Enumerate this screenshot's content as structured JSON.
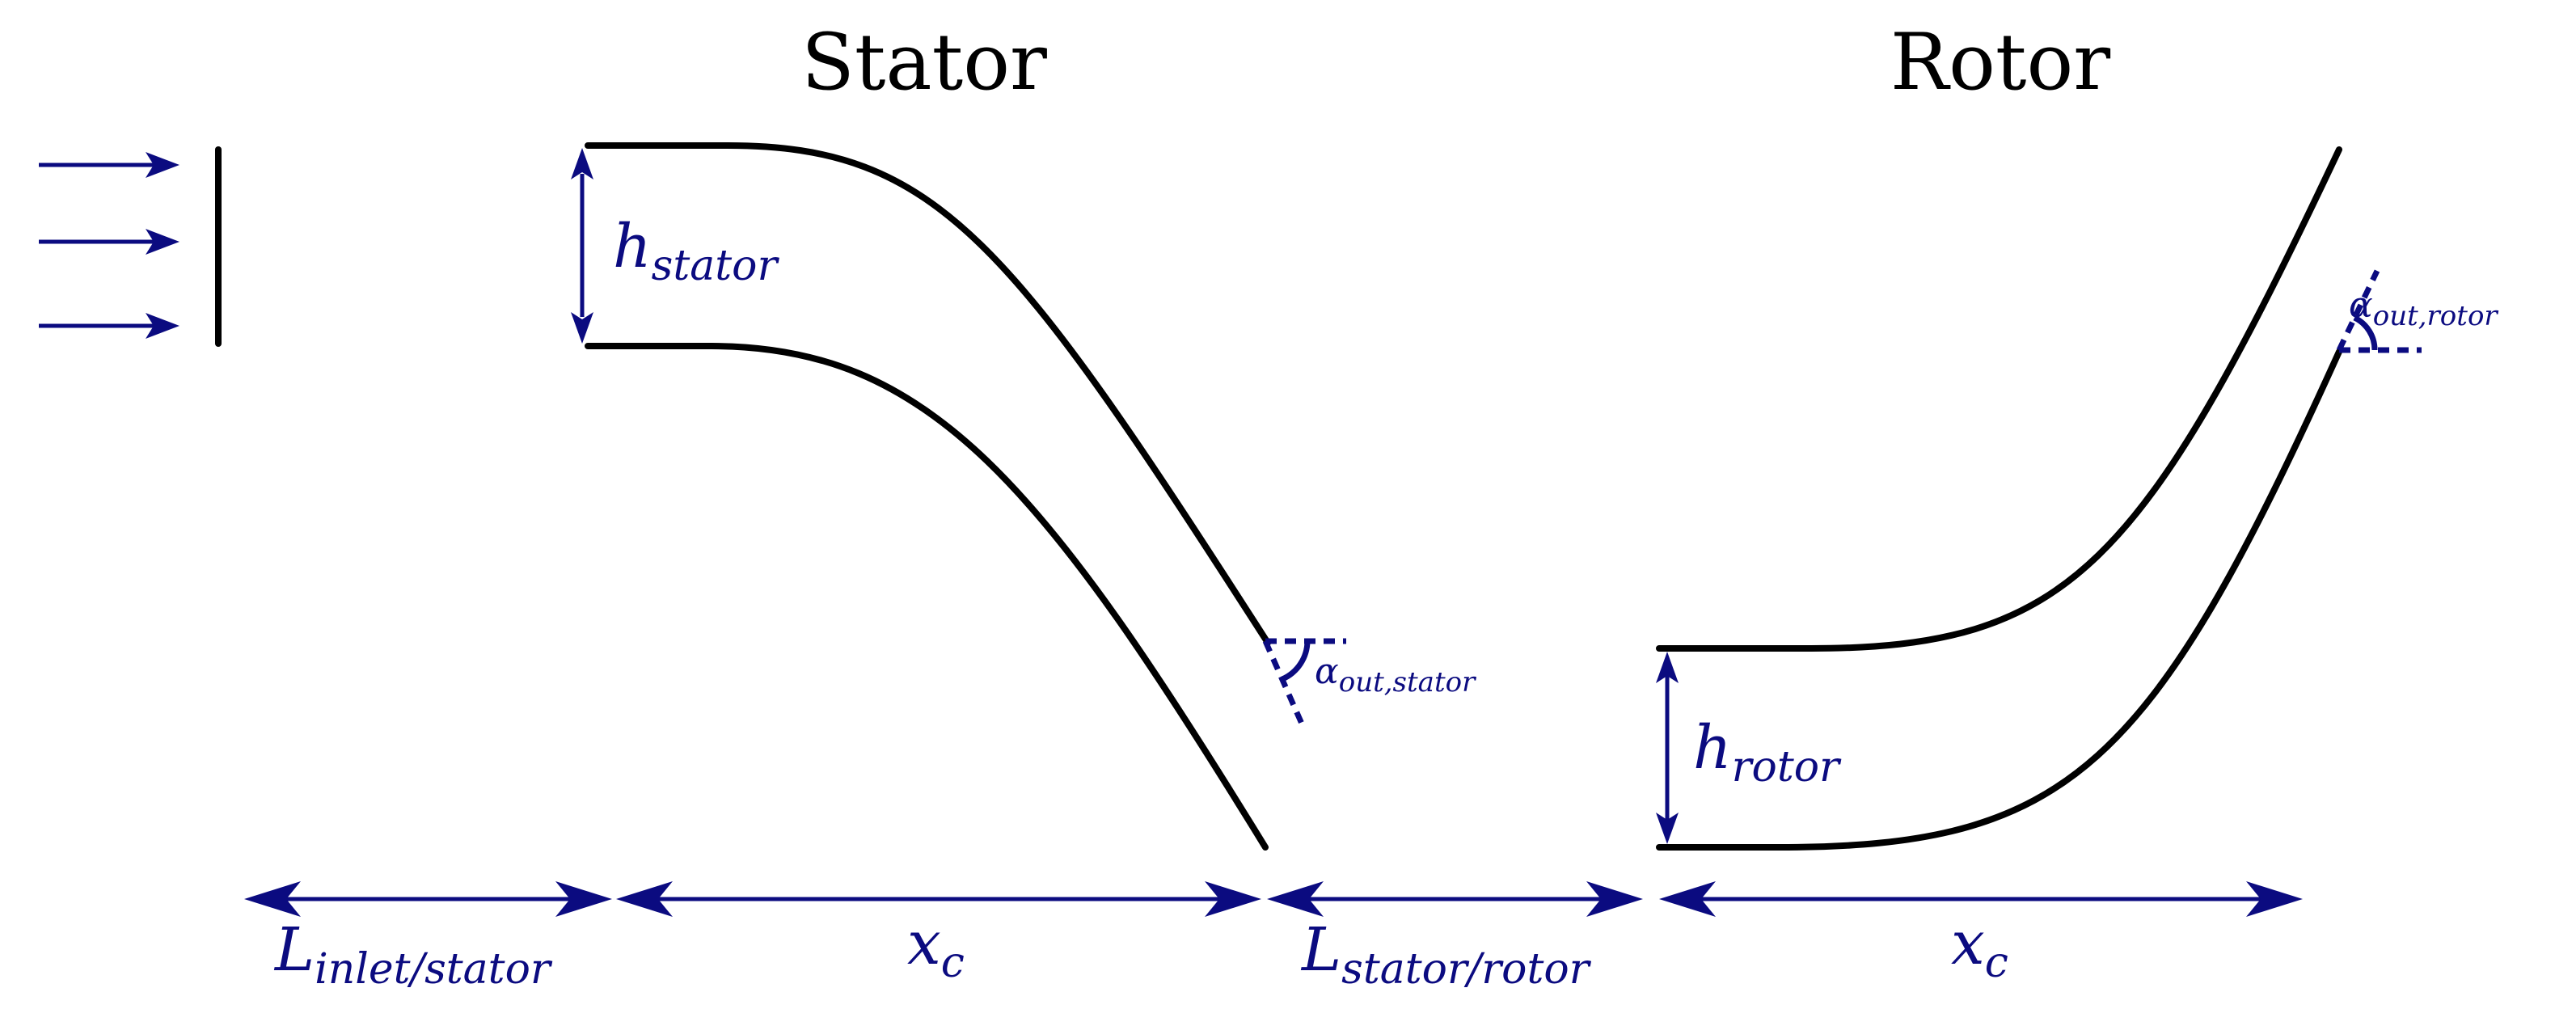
{
  "titles": {
    "stator": "Stator",
    "rotor": "Rotor"
  },
  "labels": {
    "h_stator": {
      "main": "h",
      "sub": "stator"
    },
    "h_rotor": {
      "main": "h",
      "sub": "rotor"
    },
    "alpha_out_stator": {
      "main": "α",
      "sub": "out,stator"
    },
    "alpha_out_rotor": {
      "main": "α",
      "sub": "out,rotor"
    },
    "l_inlet_stator": {
      "main": "L",
      "sub": "inlet/stator"
    },
    "x_c_stator": {
      "main": "x",
      "sub": "c"
    },
    "l_stator_rotor": {
      "main": "L",
      "sub": "stator/rotor"
    },
    "x_c_rotor": {
      "main": "x",
      "sub": "c"
    }
  },
  "colors": {
    "annotation": "#0b0b80",
    "wall": "#000000"
  }
}
